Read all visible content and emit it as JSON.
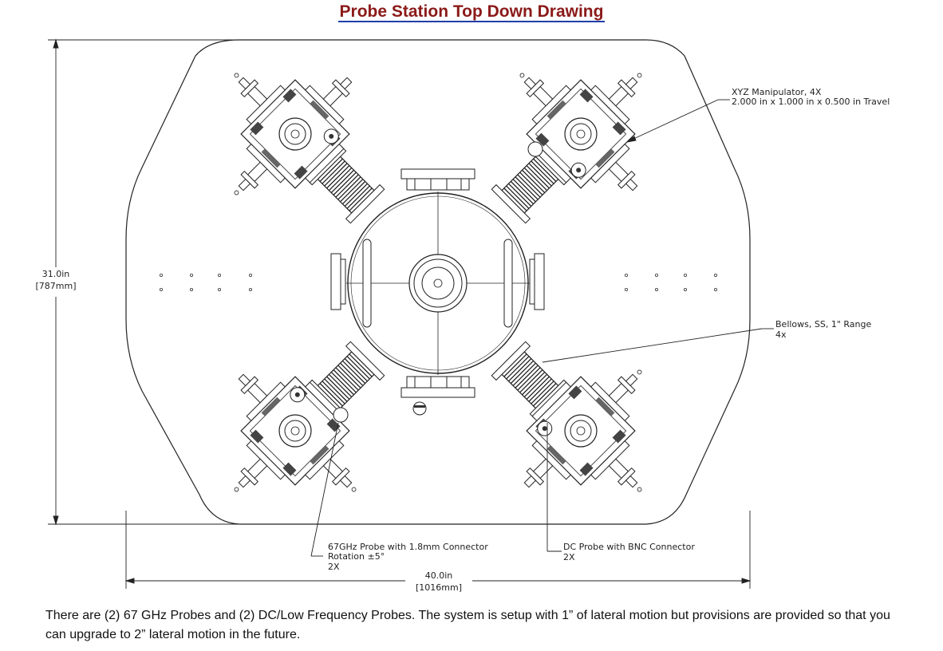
{
  "title": "Probe Station Top Down Drawing",
  "dimensions": {
    "height_in": "31.0in",
    "height_mm": "[787mm]",
    "width_in": "40.0in",
    "width_mm": "[1016mm]"
  },
  "callouts": {
    "manipulator": {
      "line1": "XYZ Manipulator, 4X",
      "line2": "2.000 in x 1.000 in x 0.500 in Travel"
    },
    "bellows": {
      "line1": "Bellows, SS, 1\" Range",
      "line2": "4x"
    },
    "rf_probe": {
      "line1": "67GHz Probe with 1.8mm Connector",
      "line2": "Rotation ±5°",
      "line3": "2X"
    },
    "dc_probe": {
      "line1": "DC Probe with BNC Connector",
      "line2": "2X"
    }
  },
  "caption": "There are (2) 67 GHz Probes and (2) DC/Low Frequency Probes. The system is setup with 1” of lateral motion but provisions are provided so that you can upgrade to 2” lateral motion in the future."
}
